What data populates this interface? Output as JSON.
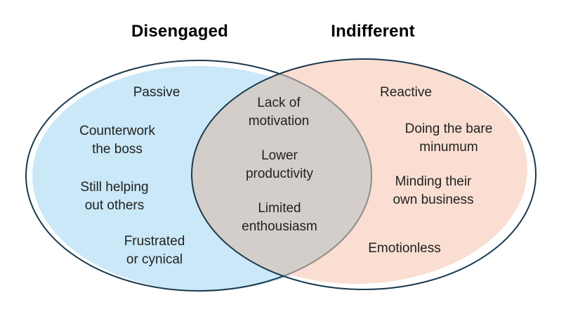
{
  "venn": {
    "left": {
      "title": "Disengaged",
      "items": [
        "Passive",
        "Counterwork\nthe boss",
        "Still helping\nout others",
        "Frustrated\nor cynical"
      ],
      "fill_color": "#cae8f7"
    },
    "right": {
      "title": "Indifferent",
      "items": [
        "Reactive",
        "Doing the bare\nminumum",
        "Minding their\nown business",
        "Emotionless"
      ],
      "fill_color": "#f9ded1"
    },
    "overlap": {
      "items": [
        "Lack of\nmotivation",
        "Lower\nproductivity",
        "Limited\nenthousiasm"
      ],
      "fill_color": "#d3cec9",
      "outline_color": "#95918d"
    },
    "outline_color": "#1b3a4e",
    "text_color": "#222222",
    "title_color": "#000000"
  }
}
